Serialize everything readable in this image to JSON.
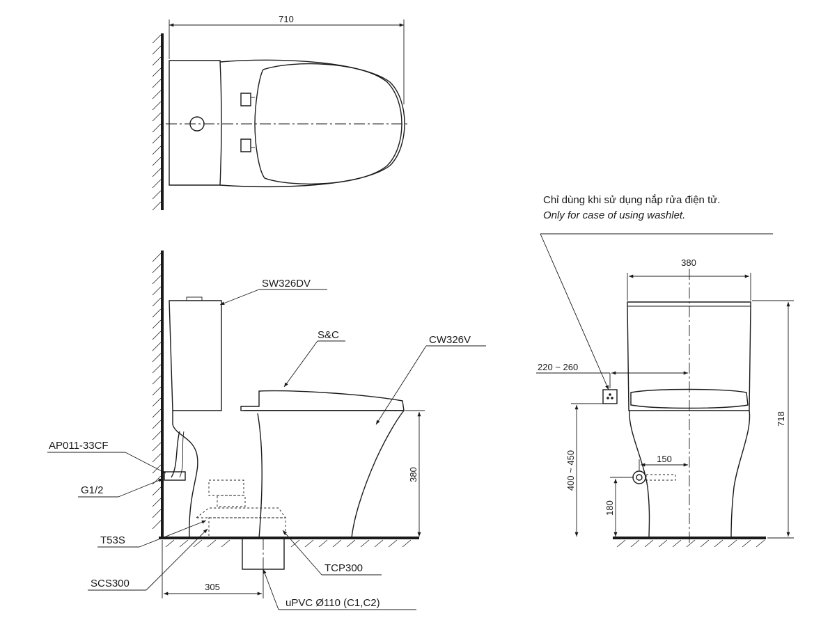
{
  "dimensions": {
    "top_length": "710",
    "front_width": "380",
    "front_height": "718",
    "side_seat_height": "380",
    "rough_in": "305",
    "washlet_outlet_range": "220 ~ 260",
    "floor_to_outlet_range": "400 ~ 450",
    "supply_offset": "150",
    "supply_height": "180"
  },
  "labels": {
    "tank": "SW326DV",
    "seat": "S&C",
    "bowl": "CW326V",
    "angle_valve": "AP011-33CF",
    "thread": "G1/2",
    "flange": "T53S",
    "screws": "SCS300",
    "connector": "TCP300",
    "drain_pipe": "uPVC Ø110 (C1,C2)"
  },
  "note": {
    "vietnamese": "Chỉ dùng khi sử dụng nắp rửa điện tử.",
    "english": "Only for case of using washlet."
  }
}
